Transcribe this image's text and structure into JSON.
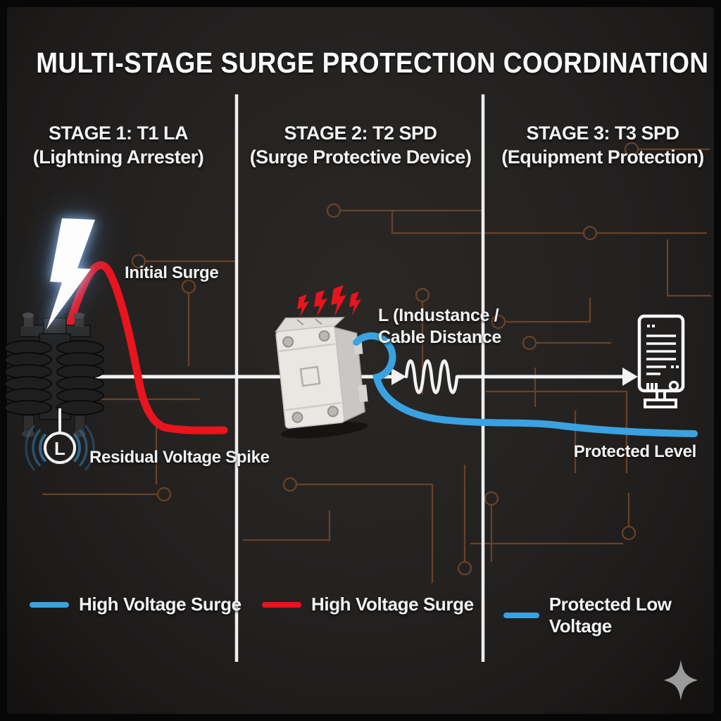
{
  "title": "MULTI-STAGE SURGE PROTECTION COORDINATION",
  "stages": [
    {
      "heading": "STAGE 1: T1 LA",
      "subheading": "(Lightning Arrester)"
    },
    {
      "heading": "STAGE 2: T2 SPD",
      "subheading": "(Surge Protective Device)"
    },
    {
      "heading": "STAGE 3: T3 SPD",
      "subheading": "(Equipment Protection)"
    }
  ],
  "annotations": {
    "initial_surge": "Initial Surge",
    "residual_voltage_spike": "Residual Voltage Spike",
    "inductance_line1": "L (Industance /",
    "inductance_line2": "Cable Distance",
    "protected_level": "Protected Level",
    "inductor_symbol": "L"
  },
  "legend": [
    {
      "label": "High Voltage Surge",
      "color": "#3aa2e0"
    },
    {
      "label": "High Voltage Surge",
      "color": "#e8141e"
    },
    {
      "label": "Protected Low Voltage",
      "color": "#3aa2e0"
    }
  ],
  "colors": {
    "background": "#242221",
    "line_white": "#f2f2f2",
    "surge_red": "#e8141e",
    "protected_blue": "#3aa2e0",
    "trace_copper": "#7c4a28",
    "arc_blue": "#2e6a8f",
    "sparkle_gray": "#9b9b9b"
  }
}
